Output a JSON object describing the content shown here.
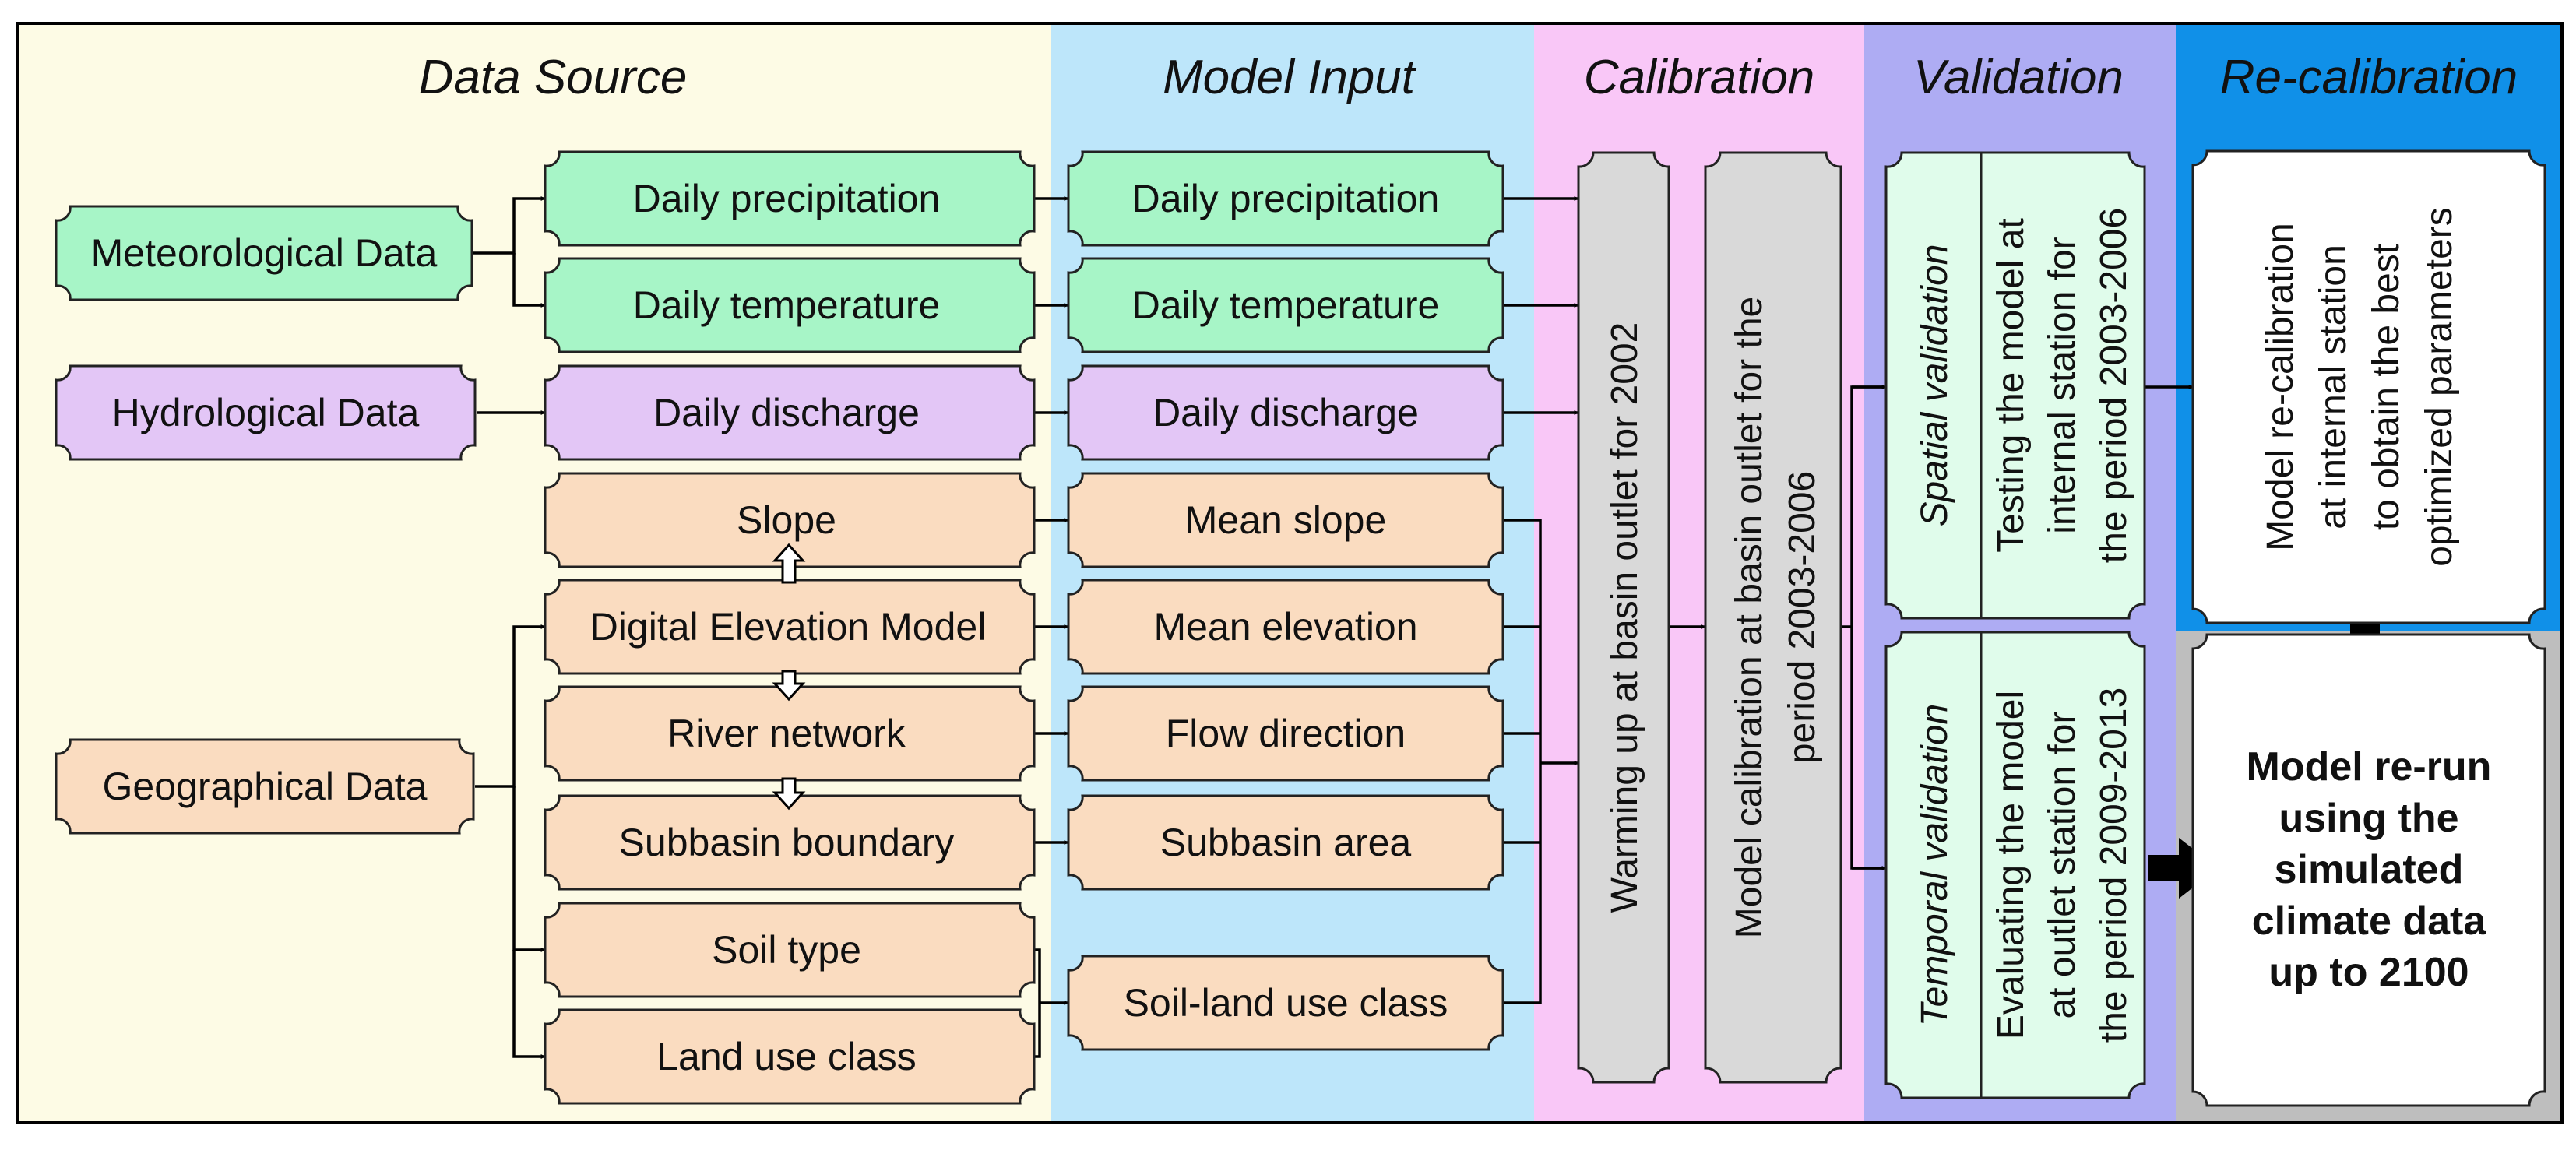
{
  "headers": {
    "data_source": "Data Source",
    "model_input": "Model Input",
    "calibration": "Calibration",
    "validation": "Validation",
    "recalibration": "Re-calibration"
  },
  "source_groups": {
    "meteorological": "Meteorological Data",
    "hydrological": "Hydrological Data",
    "geographical": "Geographical Data"
  },
  "data_items": {
    "precipitation": "Daily precipitation",
    "temperature": "Daily temperature",
    "discharge": "Daily discharge",
    "slope": "Slope",
    "dem": "Digital Elevation Model",
    "river": "River network",
    "subbasin": "Subbasin boundary",
    "soil": "Soil type",
    "landuse": "Land use class"
  },
  "model_inputs": {
    "precipitation": "Daily precipitation",
    "temperature": "Daily temperature",
    "discharge": "Daily discharge",
    "mean_slope": "Mean slope",
    "mean_elevation": "Mean elevation",
    "flow_direction": "Flow direction",
    "subbasin_area": "Subbasin area",
    "soil_land_use": "Soil-land use class"
  },
  "calibration": {
    "warmup": "Warming up at basin outlet for 2002",
    "calib_line1": "Model calibration at basin outlet for the",
    "calib_line2": "period 2003-2006"
  },
  "validation": {
    "spatial_title": "Spatial validation",
    "spatial_line1": "Testing the model at",
    "spatial_line2": "internal station for",
    "spatial_line3": "the period 2003-2006",
    "temporal_title": "Temporal validation",
    "temporal_line1": "Evaluating the model",
    "temporal_line2": "at outlet station for",
    "temporal_line3": "the period 2009-2013"
  },
  "recalibration": {
    "line1": "Model re-calibration",
    "line2": "at internal station",
    "line3": "to obtain the best",
    "line4": "optimized parameters",
    "rerun_line1": "Model re-run",
    "rerun_line2": "using the",
    "rerun_line3": "simulated",
    "rerun_line4": "climate data",
    "rerun_line5": "up to 2100"
  },
  "colors": {
    "data_source_bg": "#FDFBE5",
    "model_input_bg": "#BDE6FA",
    "calibration_bg": "#F9C7F7",
    "validation_bg": "#AEACF3",
    "recalibration_bg": "#1090E8",
    "rerun_bg": "#BEBEBE",
    "green_box": "#A7F5C7",
    "purple_box": "#E3C6F6",
    "orange_box": "#FADCC0",
    "grey_box": "#D9D9D9",
    "light_green_box": "#E0FCEB"
  }
}
